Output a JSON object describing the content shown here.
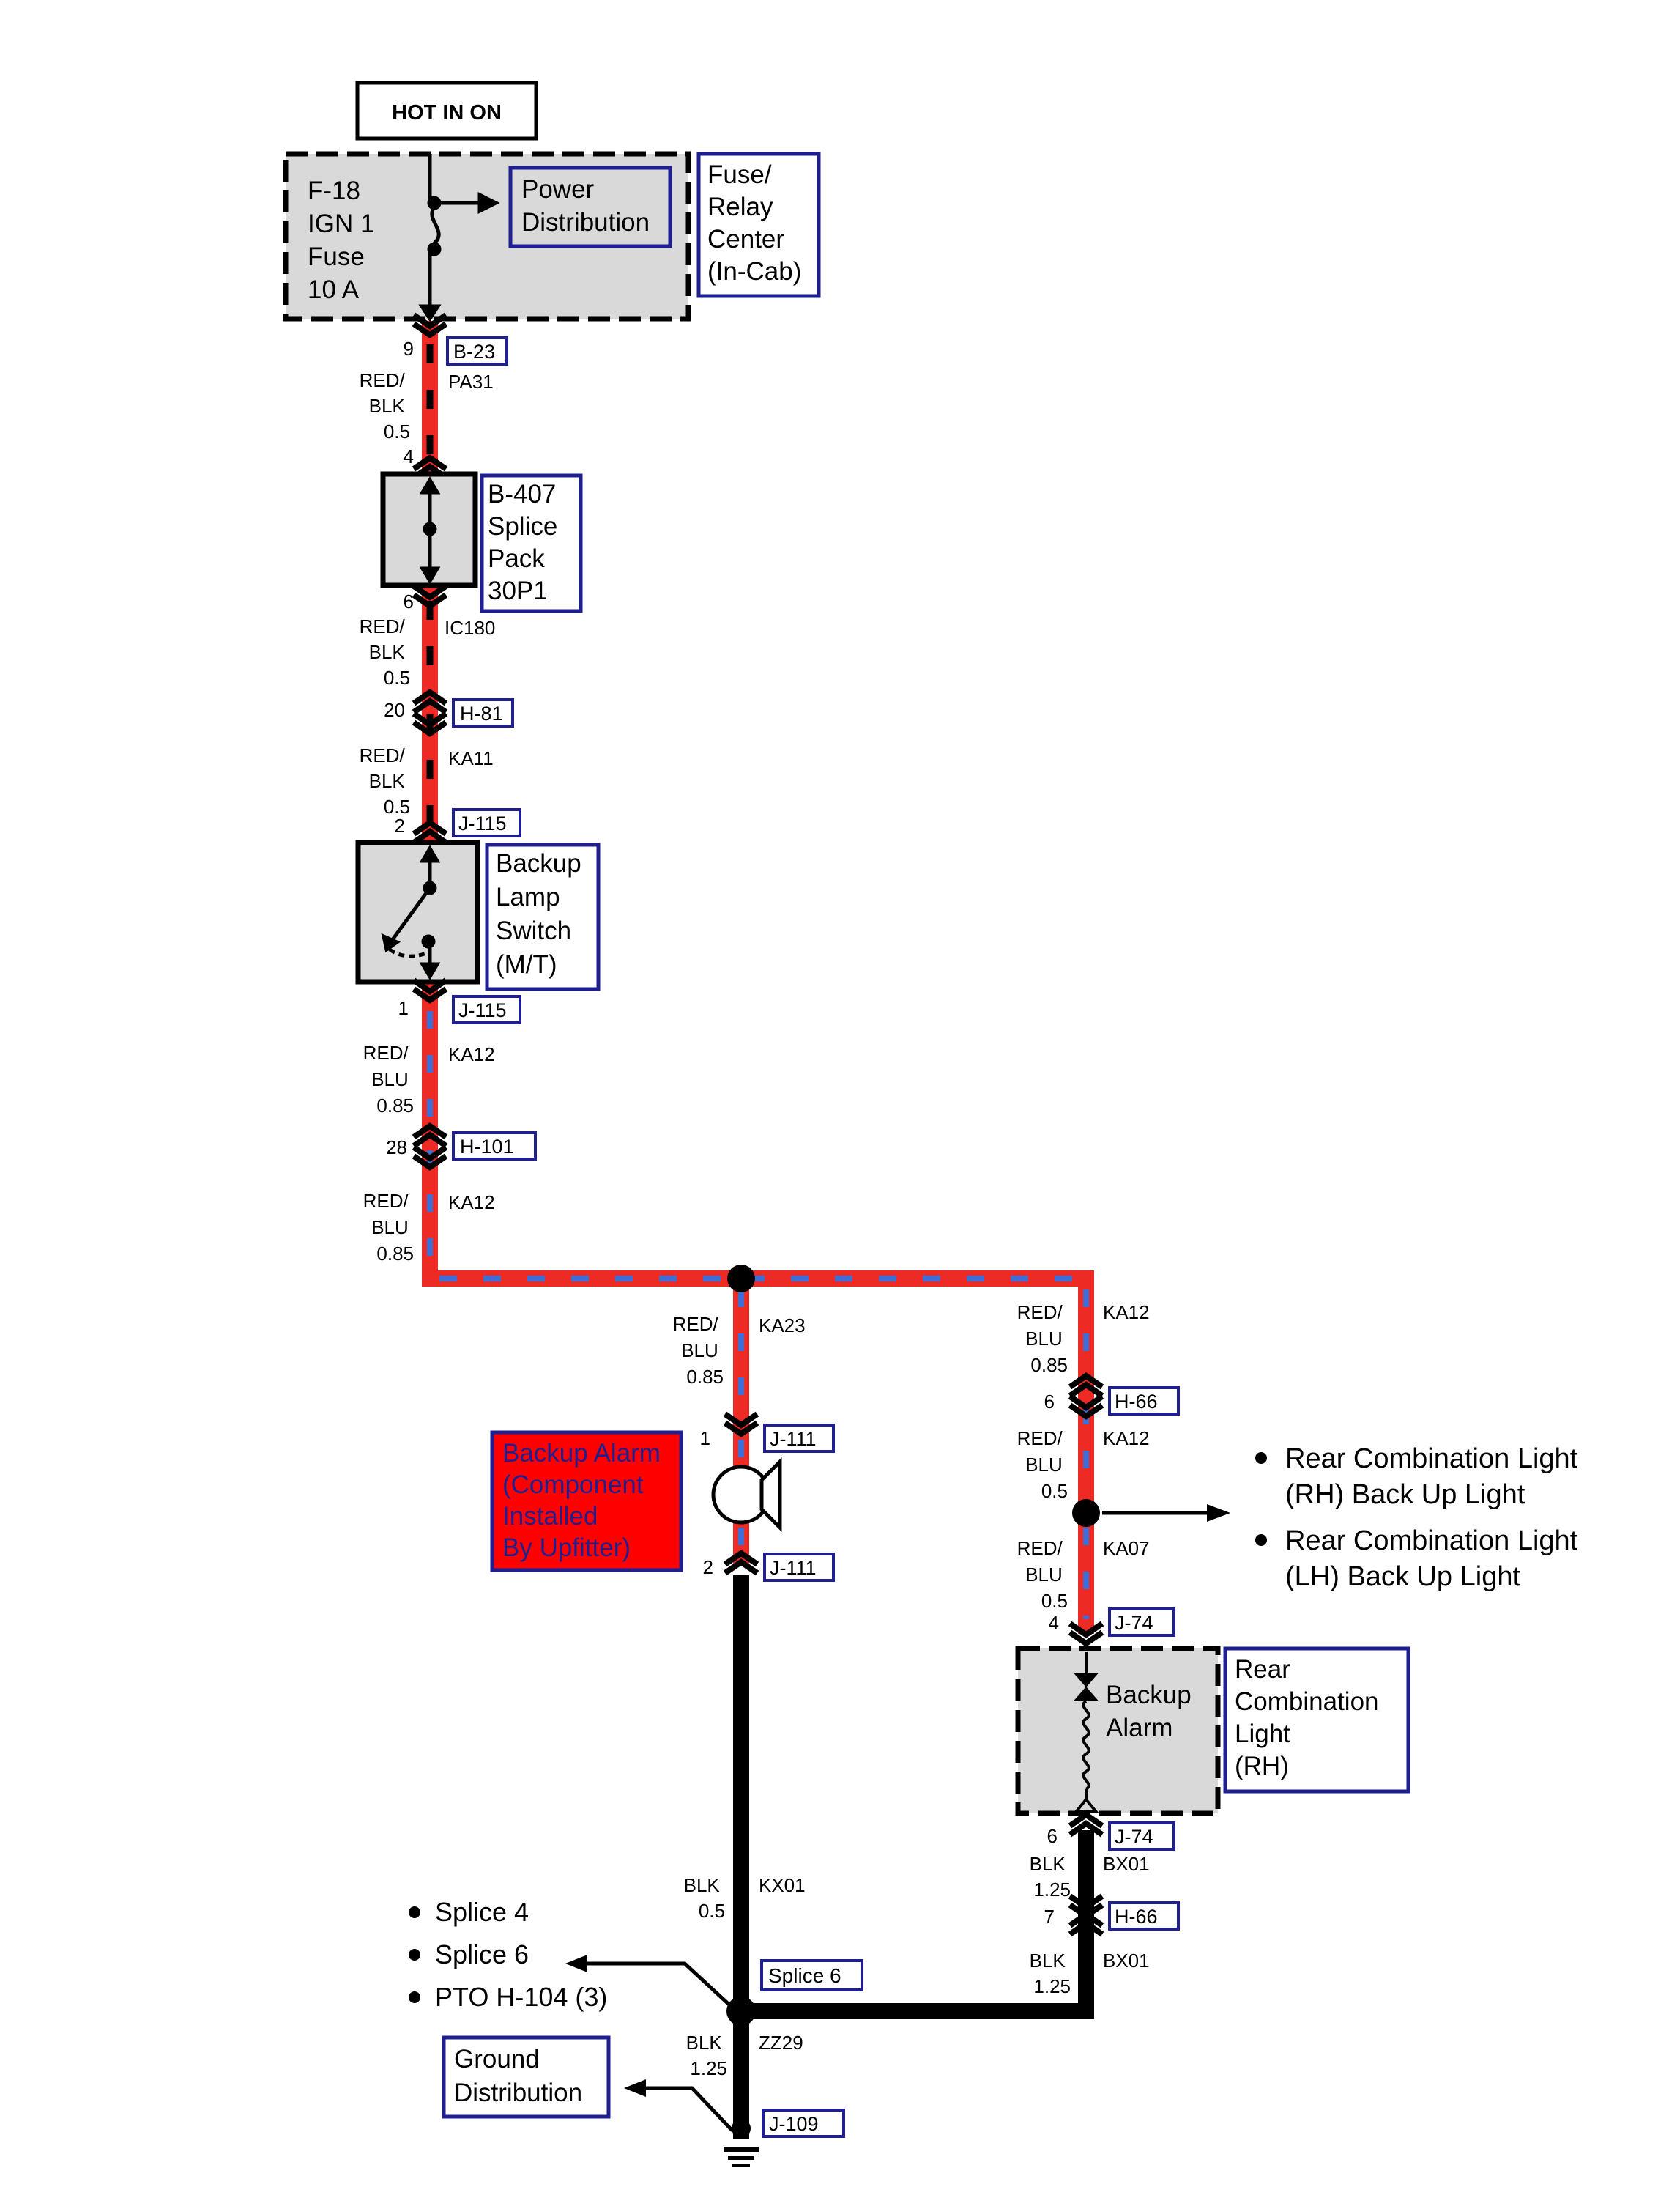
{
  "title_box": "HOT IN ON",
  "fuse_block": {
    "lines": [
      "F-18",
      "IGN 1",
      "Fuse",
      "10 A"
    ]
  },
  "power_dist": {
    "lines": [
      "Power",
      "Distribution"
    ]
  },
  "fuse_relay_center": {
    "lines": [
      "Fuse/",
      "Relay",
      "Center",
      "(In-Cab)"
    ]
  },
  "splice_pack": {
    "lines": [
      "B-407",
      "Splice",
      "Pack",
      "30P1"
    ]
  },
  "backup_switch": {
    "lines": [
      "Backup",
      "Lamp",
      "Switch",
      "(M/T)"
    ]
  },
  "backup_alarm_note": {
    "lines": [
      "Backup Alarm",
      "(Component",
      "Installed",
      "By Upfitter)"
    ]
  },
  "rear_light": {
    "lines": [
      "Rear",
      "Combination",
      "Light",
      "(RH)"
    ]
  },
  "rear_light_inner": {
    "lines": [
      "Backup",
      "Alarm"
    ]
  },
  "ground_dist": {
    "lines": [
      "Ground",
      "Distribution"
    ]
  },
  "connectors": {
    "b23": "B-23",
    "h81": "H-81",
    "j115_in": "J-115",
    "j115_out": "J-115",
    "h101": "H-101",
    "j111_top": "J-111",
    "j111_bot": "J-111",
    "h66_top": "H-66",
    "j74_top": "J-74",
    "j74_bot": "J-74",
    "h66_bot": "H-66",
    "splice6": "Splice 6",
    "j109": "J-109"
  },
  "pins": {
    "p9": "9",
    "p4": "4",
    "p6": "6",
    "p20": "20",
    "p2": "2",
    "p1": "1",
    "p28": "28",
    "alarm1": "1",
    "alarm2": "2",
    "h66_6": "6",
    "j74_4": "4",
    "j74_6": "6",
    "h66_7": "7"
  },
  "wires": {
    "w_pa31": {
      "color": [
        "RED/",
        "BLK",
        "0.5"
      ],
      "circuit": "PA31"
    },
    "w_ic180": {
      "color": [
        "RED/",
        "BLK",
        "0.5"
      ],
      "circuit": "IC180"
    },
    "w_ka11": {
      "color": [
        "RED/",
        "BLK",
        "0.5"
      ],
      "circuit": "KA11"
    },
    "w_ka12a": {
      "color": [
        "RED/",
        "BLU",
        "0.85"
      ],
      "circuit": "KA12"
    },
    "w_ka12b": {
      "color": [
        "RED/",
        "BLU",
        "0.85"
      ],
      "circuit": "KA12"
    },
    "w_ka23": {
      "color": [
        "RED/",
        "BLU",
        "0.85"
      ],
      "circuit": "KA23"
    },
    "w_ka12c": {
      "color": [
        "RED/",
        "BLU",
        "0.85"
      ],
      "circuit": "KA12"
    },
    "w_ka12d": {
      "color": [
        "RED/",
        "BLU",
        "0.5"
      ],
      "circuit": "KA12"
    },
    "w_ka07": {
      "color": [
        "RED/",
        "BLU",
        "0.5"
      ],
      "circuit": "KA07"
    },
    "w_bx01a": {
      "color": [
        "BLK",
        "1.25"
      ],
      "circuit": "BX01"
    },
    "w_bx01b": {
      "color": [
        "BLK",
        "1.25"
      ],
      "circuit": "BX01"
    },
    "w_kx01": {
      "color": [
        "BLK",
        "0.5"
      ],
      "circuit": "KX01"
    },
    "w_zz29": {
      "color": [
        "BLK",
        "1.25"
      ],
      "circuit": "ZZ29"
    }
  },
  "rear_light_refs": [
    "Rear Combination Light",
    "(RH) Back Up Light",
    "Rear Combination Light",
    "(LH) Back Up Light"
  ],
  "splice_refs": [
    "Splice 4",
    "Splice 6",
    "PTO H-104 (3)"
  ],
  "colors": {
    "red_wire": "#ee2a24",
    "blue_stripe": "#3d6fd8",
    "black_wire": "#000000",
    "label_border": "#1f1f8f",
    "component_fill": "#d9d9d9",
    "alarm_note_fill": "#ff0000"
  }
}
